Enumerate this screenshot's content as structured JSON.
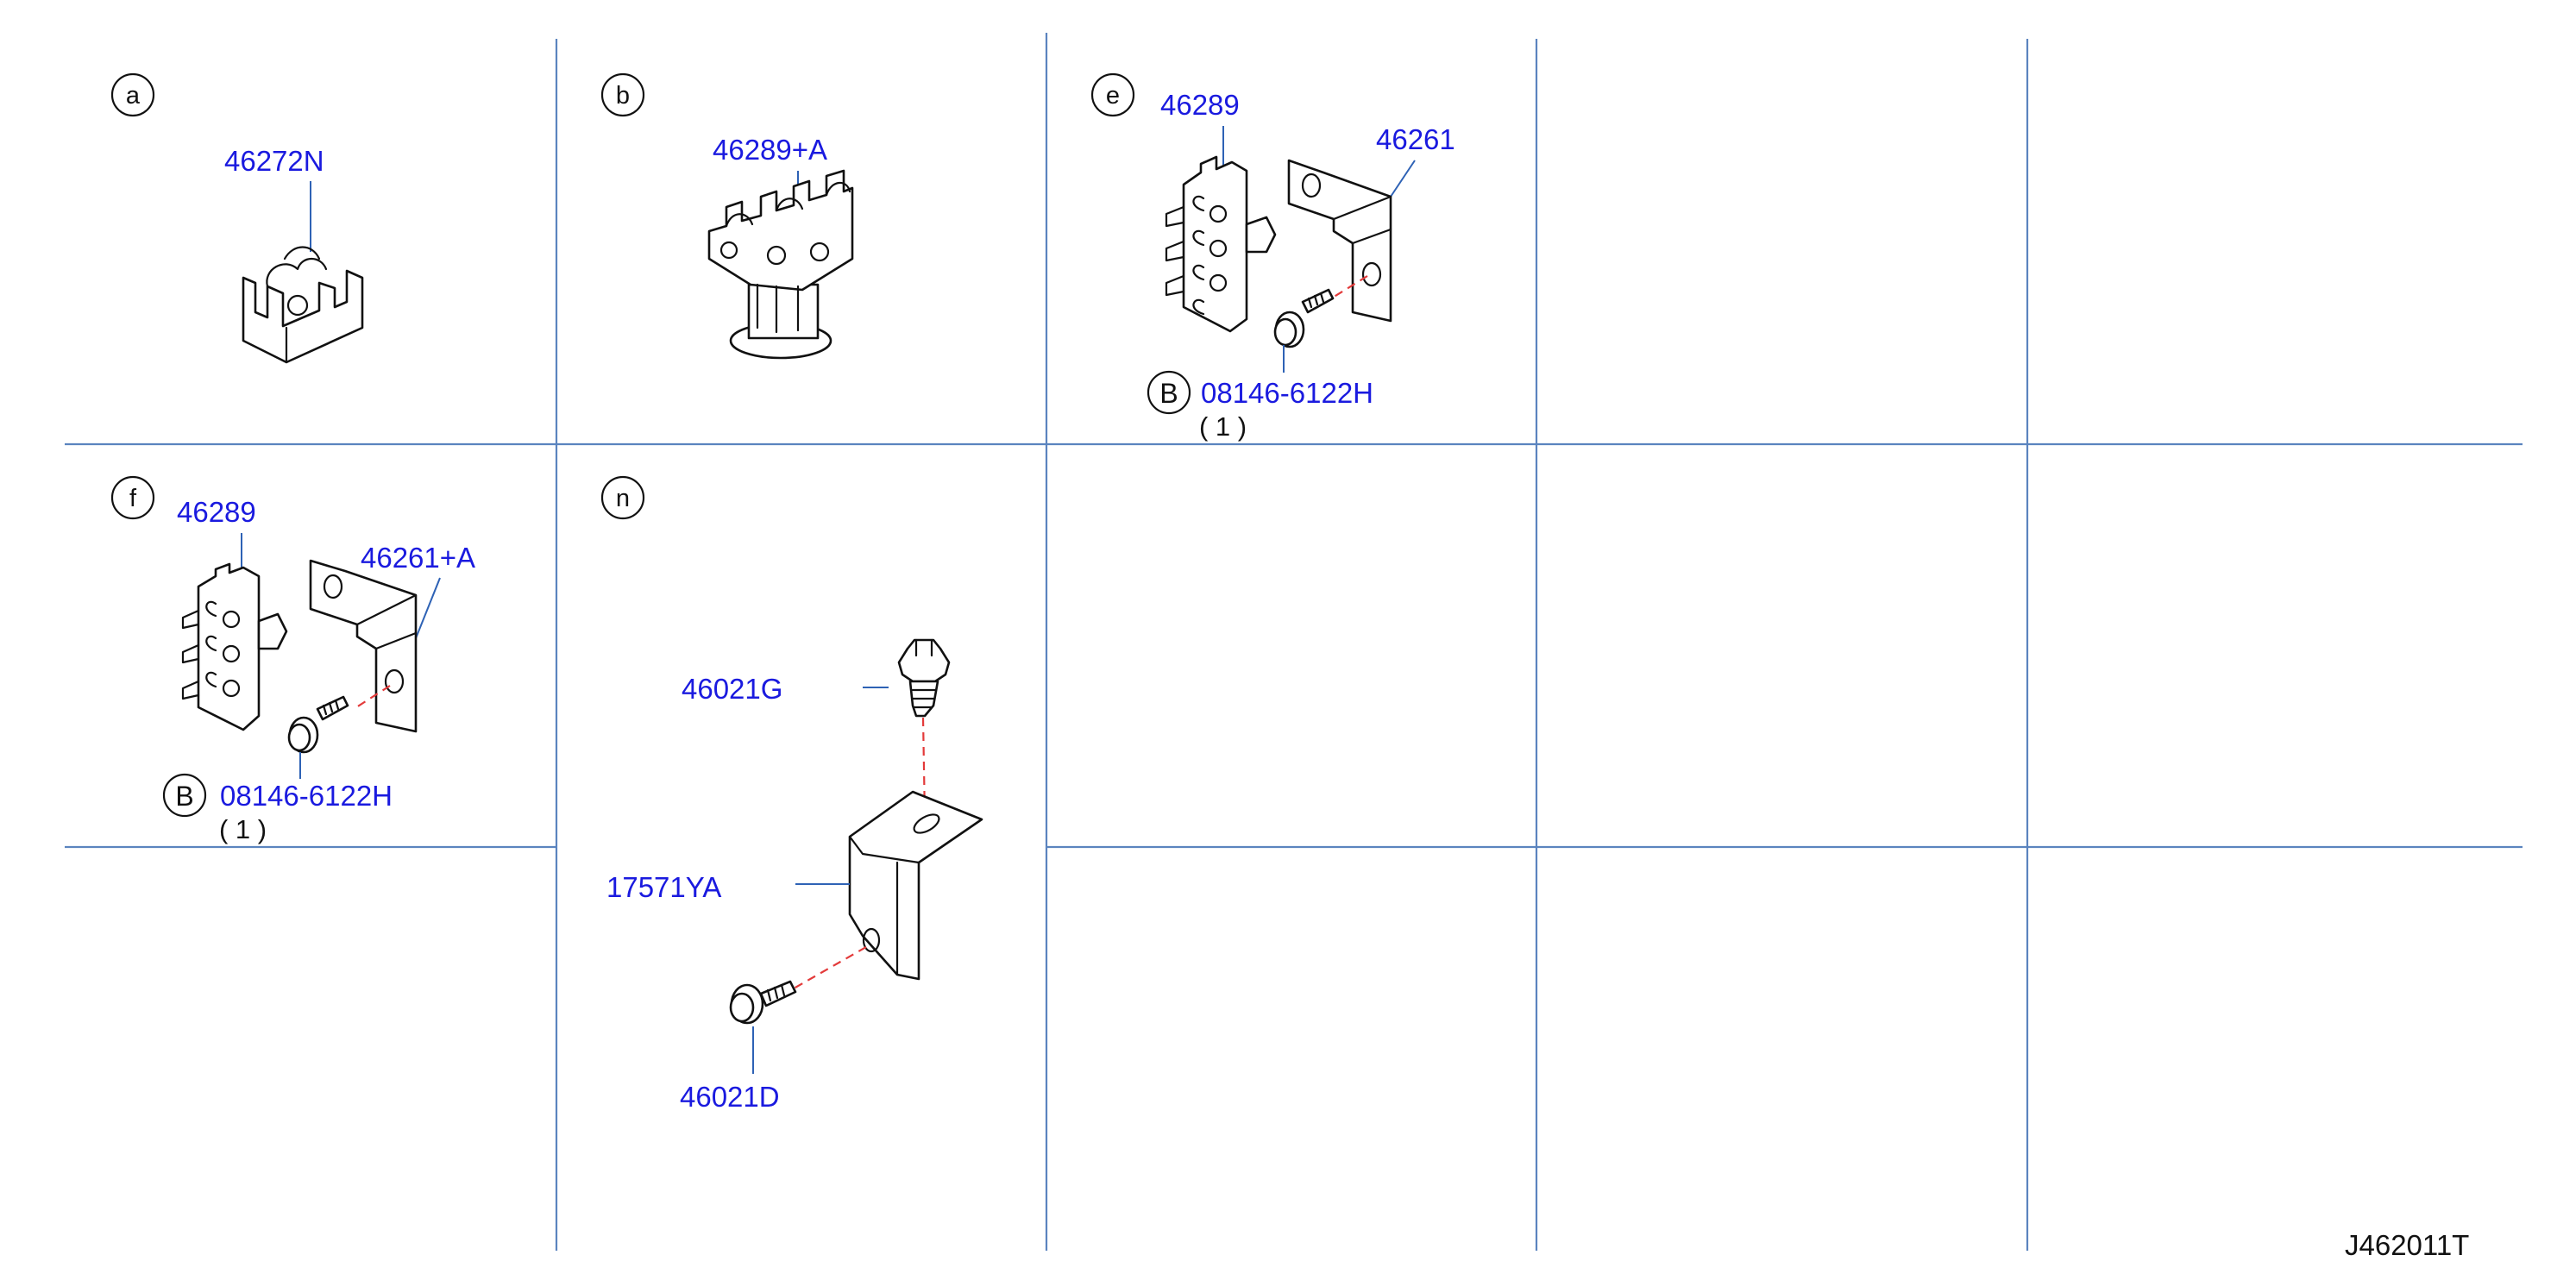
{
  "colors": {
    "grid": "#5b84bf",
    "part_number": "#1a1adf",
    "fastener_dash": "#e33a3a",
    "line_art": "#111111"
  },
  "cells": {
    "a": {
      "letter": "a",
      "parts": [
        "46272N"
      ]
    },
    "b": {
      "letter": "b",
      "parts": [
        "46289+A"
      ]
    },
    "e": {
      "letter": "e",
      "parts": [
        "46289",
        "46261"
      ],
      "fastener": {
        "symbol": "B",
        "part": "08146-6122H",
        "qty": "( 1 )"
      }
    },
    "f": {
      "letter": "f",
      "parts": [
        "46289",
        "46261+A"
      ],
      "fastener": {
        "symbol": "B",
        "part": "08146-6122H",
        "qty": "( 1 )"
      }
    },
    "n": {
      "letter": "n",
      "parts": [
        "46021G",
        "17571YA",
        "46021D"
      ]
    }
  },
  "diagram_ref": "J462011T"
}
